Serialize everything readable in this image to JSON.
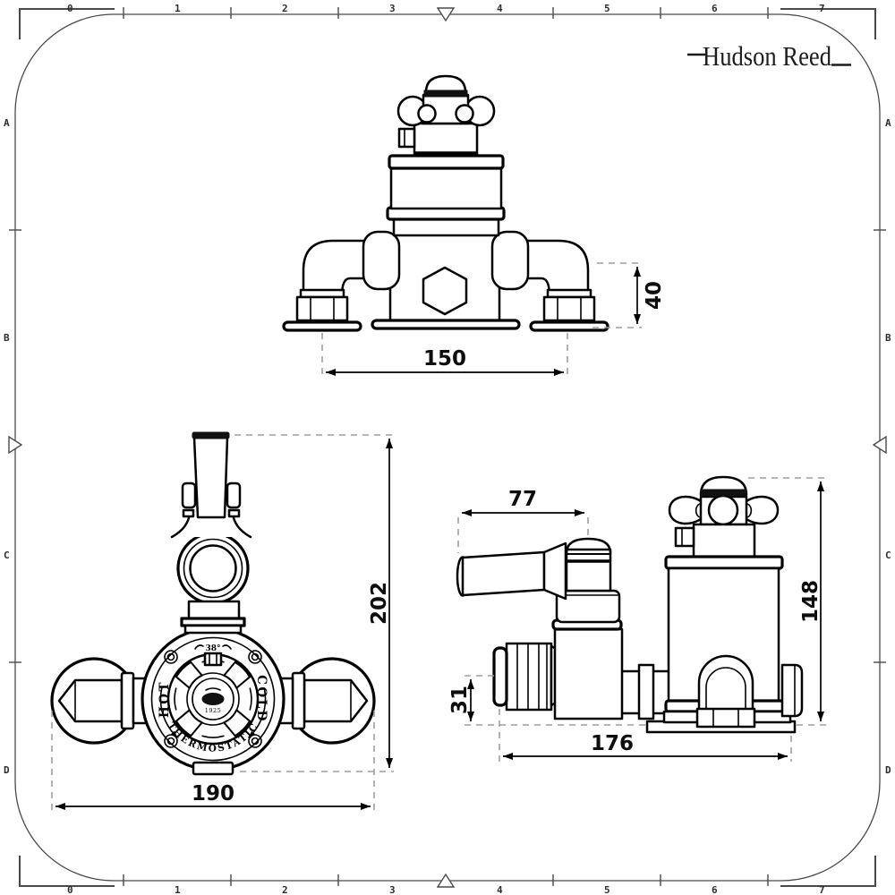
{
  "brand": {
    "name": "Hudson Reed"
  },
  "sheet": {
    "h_ruler": [
      "0",
      "1",
      "2",
      "3",
      "4",
      "5",
      "6",
      "7"
    ],
    "v_ruler": [
      "A",
      "B",
      "C",
      "D"
    ]
  },
  "views": {
    "top": {
      "dims": {
        "width": "150",
        "drop": "40"
      }
    },
    "front": {
      "dims": {
        "height": "202",
        "width": "190"
      },
      "dial": {
        "temp": "38°",
        "hot": "HOT",
        "cold": "COLD",
        "ring": "THERMOSTATIC",
        "year": "1925"
      }
    },
    "side": {
      "dims": {
        "reach": "77",
        "height": "148",
        "outlet": "31",
        "depth": "176"
      }
    }
  }
}
